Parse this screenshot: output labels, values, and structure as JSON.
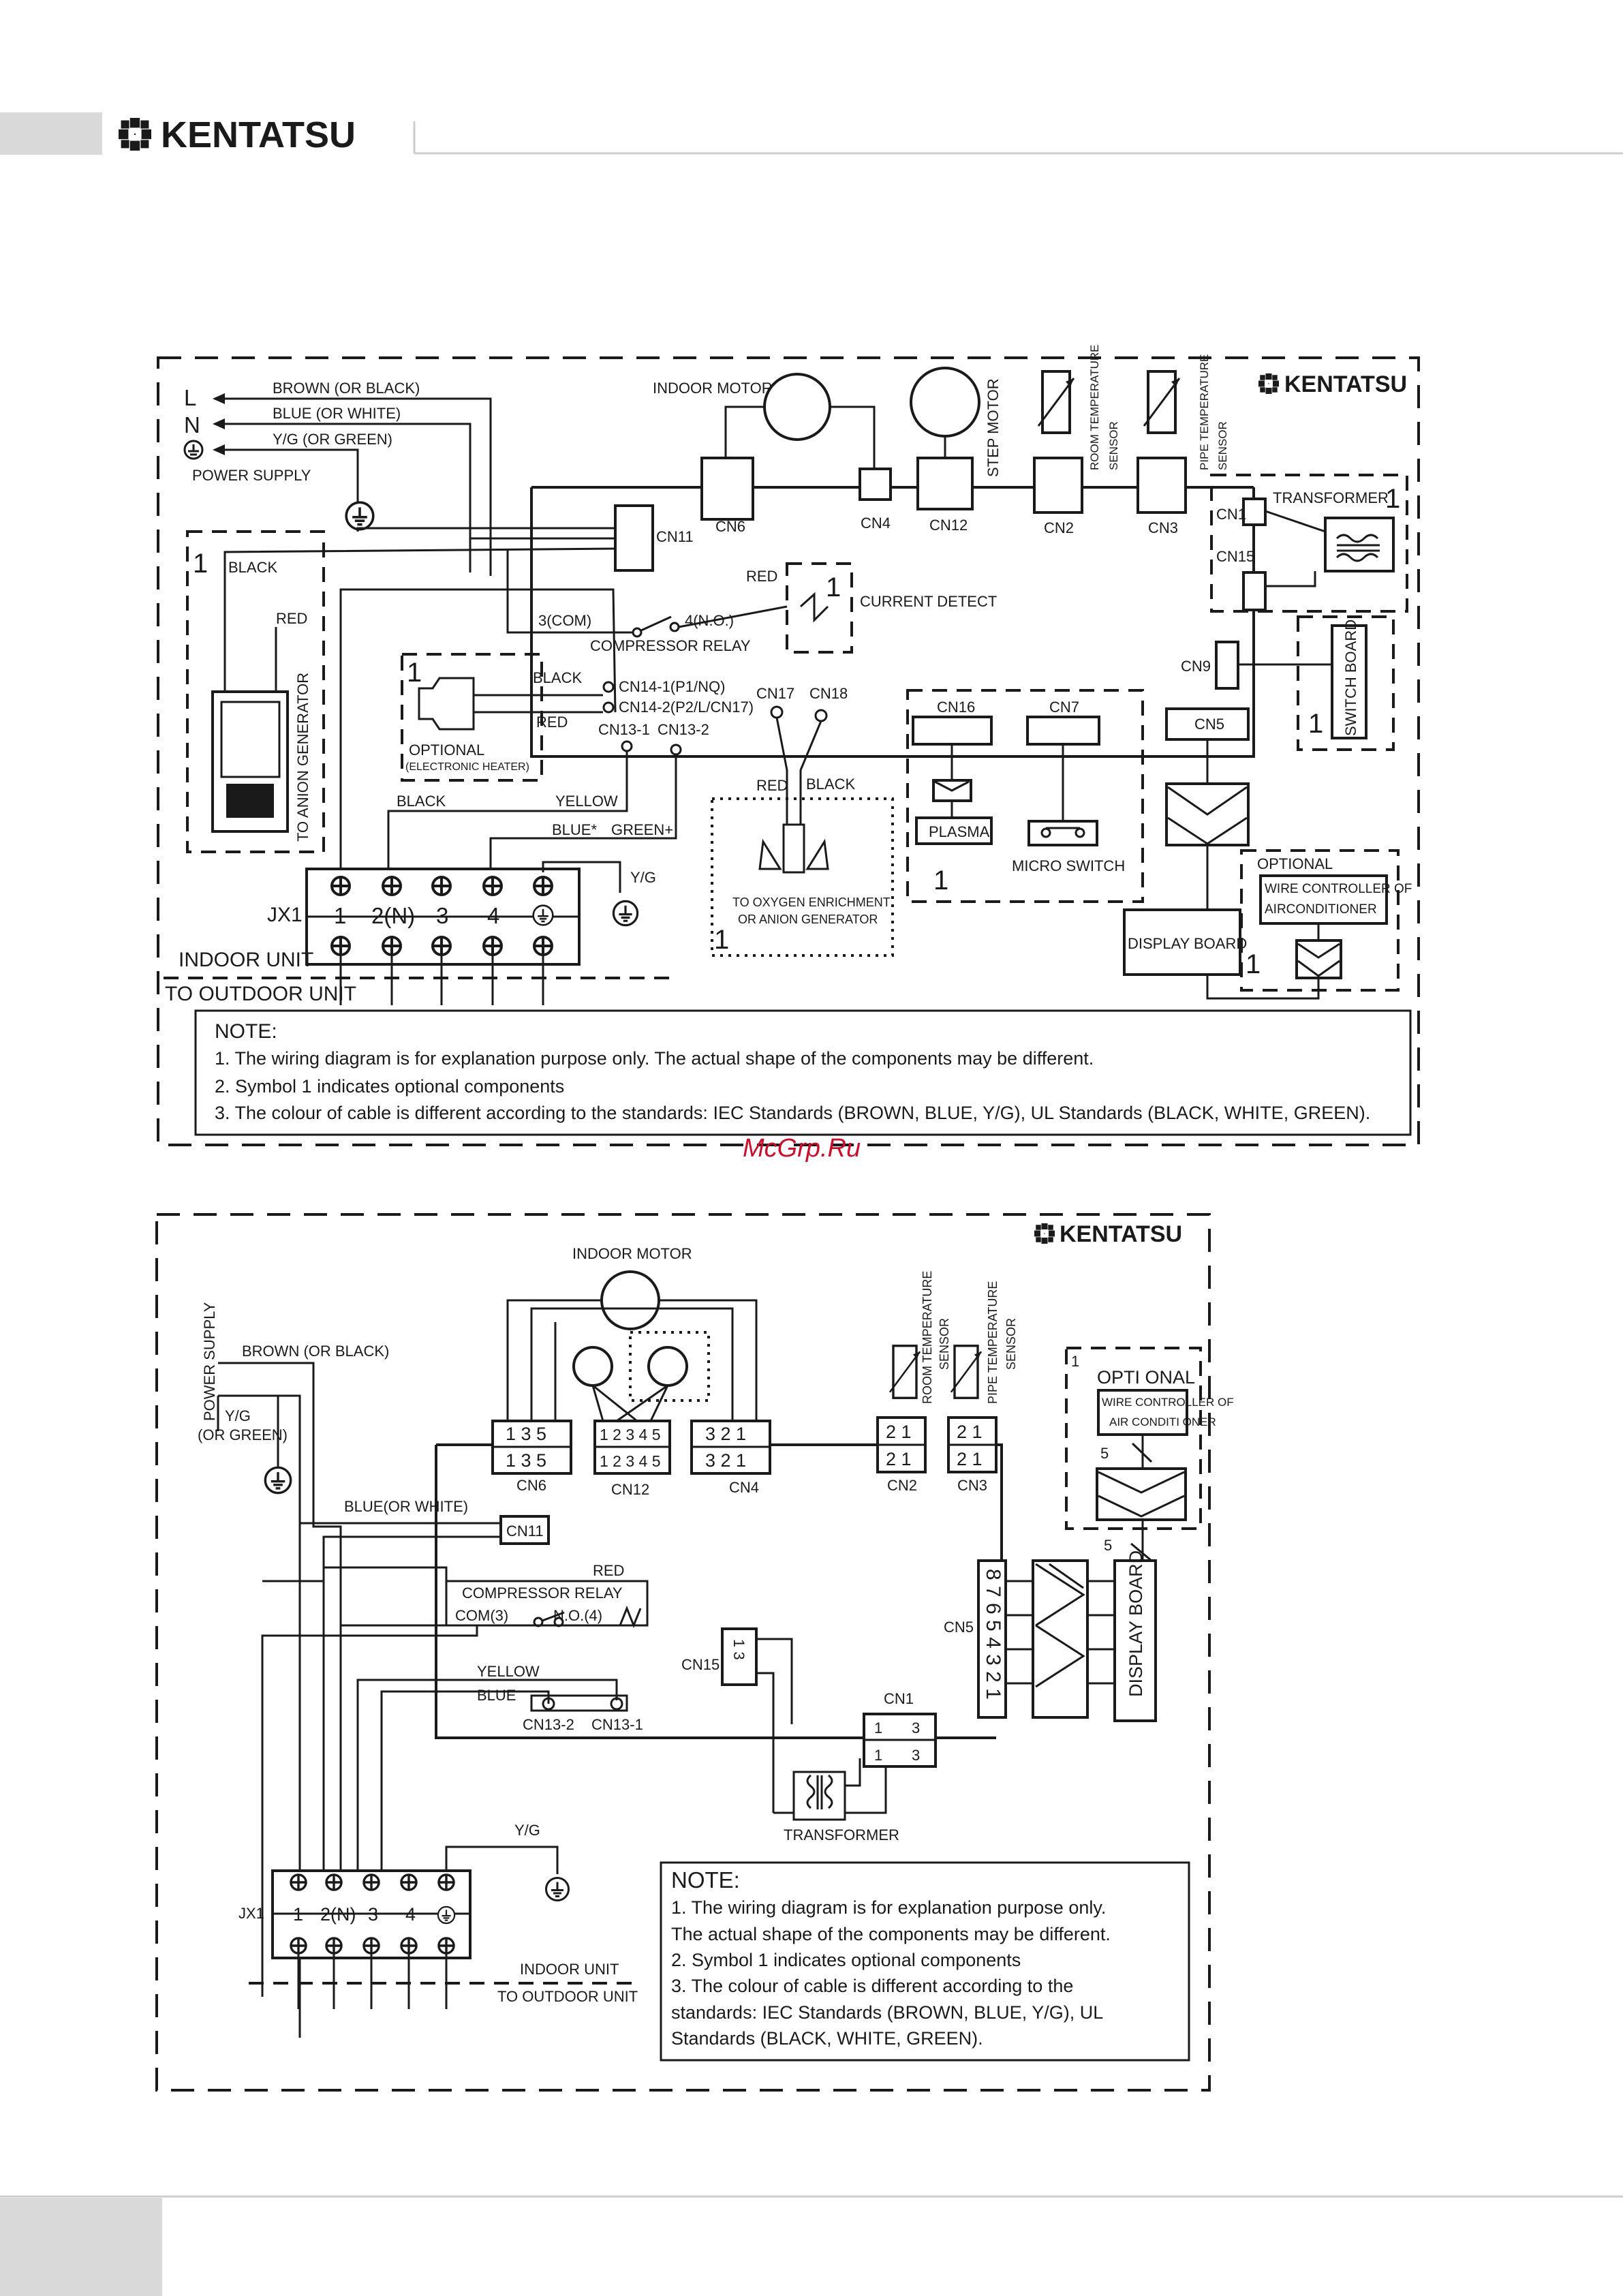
{
  "header": {
    "brand": "KENTATSU"
  },
  "watermark": "McGrp.Ru",
  "d1": {
    "brand": "KENTATSU",
    "L": "L",
    "N": "N",
    "brown": "BROWN (OR BLACK)",
    "blue": "BLUE (OR WHITE)",
    "yg": "Y/G (OR GREEN)",
    "power_supply": "POWER SUPPLY",
    "indoor_motor": "INDOOR MOTOR",
    "step_motor": "STEP MOTOR",
    "room_sensor_1": "ROOM TEMPERATURE",
    "room_sensor_2": "SENSOR",
    "pipe_sensor_1": "PIPE TEMPERATURE",
    "pipe_sensor_2": "SENSOR",
    "cn6": "CN6",
    "cn4": "CN4",
    "cn12": "CN12",
    "cn2": "CN2",
    "cn3": "CN3",
    "cn11": "CN11",
    "cn1": "CN1",
    "cn15": "CN15",
    "transformer": "TRANSFORMER",
    "one": "1",
    "black": "BLACK",
    "red": "RED",
    "current_detect": "CURRENT DETECT",
    "com": "3(COM)",
    "no": "4(N.O.)",
    "compressor_relay": "COMPRESSOR RELAY",
    "cn9": "CN9",
    "switch_board": "SWITCH BOARD",
    "cn14_1": "CN14-1(P1/NQ)",
    "cn14_2": "CN14-2(P2/L/CN17)",
    "cn13_1": "CN13-1",
    "cn13_2": "CN13-2",
    "cn17": "CN17",
    "cn18": "CN18",
    "optional": "OPTIONAL",
    "electronic_heater": "(ELECTRONIC HEATER)",
    "anion_generator": "TO ANION GENERATOR",
    "yellow": "YELLOW",
    "blue_star": "BLUE*",
    "green_plus": "GREEN+",
    "cn16": "CN16",
    "cn7": "CN7",
    "cn5": "CN5",
    "plasma": "PLASMA",
    "micro_switch": "MICRO SWITCH",
    "oxygen_1": "TO OXYGEN ENRICHMENT",
    "oxygen_2": "OR ANION GENERATOR",
    "optional2": "OPTIONAL",
    "wire_ctrl_1": "WIRE CONTROLLER OF",
    "wire_ctrl_2": "AIRCONDITIONER",
    "display_board": "DISPLAY BOARD",
    "jx1": "JX1",
    "t1": "1",
    "t2": "2(N)",
    "t3": "3",
    "t4": "4",
    "yg_short": "Y/G",
    "indoor_unit": "INDOOR UNIT",
    "to_outdoor": "TO OUTDOOR UNIT",
    "note_title": "NOTE:",
    "note_1": "1. The wiring diagram is for explanation purpose only. The actual shape of the components may be  different.",
    "note_2": "2. Symbol 1 indicates optional components",
    "note_3": "3. The colour of cable is different according to the standards: IEC Standards (BROWN, BLUE, Y/G), UL Standards (BLACK, WHITE, GREEN)."
  },
  "d2": {
    "brand": "KENTATSU",
    "indoor_motor": "INDOOR MOTOR",
    "power_supply": "POWER SUPPLY",
    "brown": "BROWN (OR BLACK)",
    "yg_1": "Y/G",
    "yg_2": "(OR GREEN)",
    "blue": "BLUE(OR WHITE)",
    "room_sensor_1": "ROOM TEMPERATURE",
    "room_sensor_2": "SENSOR",
    "pipe_sensor_1": "PIPE TEMPERATURE",
    "pipe_sensor_2": "SENSOR",
    "cn6_pins": "1  3  5",
    "cn12_pins": "1 2 3 4 5",
    "cn4_pins": "3  2  1",
    "cn2_pins": "2  1",
    "cn3_pins": "2  1",
    "cn6": "CN6",
    "cn12": "CN12",
    "cn4": "CN4",
    "cn2": "CN2",
    "cn3": "CN3",
    "one": "1",
    "optional": "OPTI ONAL",
    "wire_ctrl_1": "WIRE  CONTROLLER OF",
    "wire_ctrl_2": "AIR CONDITI ONER",
    "five": "5",
    "cn11": "CN11",
    "red": "RED",
    "compressor_relay": "COMPRESSOR RELAY",
    "com": "COM(3)",
    "no": "N.O.(4)",
    "cn15": "CN15",
    "cn15_pins": "1  3",
    "cn5": "CN5",
    "cn5_pins": "8 7 6 5 4 3 2 1",
    "display_board": "DISPLAY BOARD",
    "yellow": "YELLOW",
    "blue_short": "BLUE",
    "cn13_2": "CN13-2",
    "cn13_1": "CN13-1",
    "cn1": "CN1",
    "cn1_p1": "1",
    "cn1_p3": "3",
    "transformer": "TRANSFORMER",
    "yg_short": "Y/G",
    "jx1": "JX1",
    "t1": "1",
    "t2": "2(N)",
    "t3": "3",
    "t4": "4",
    "indoor_unit": "INDOOR UNIT",
    "to_outdoor": "TO OUTDOOR UNIT",
    "note_title": "NOTE:",
    "note_1": "1. The wiring diagram is for explanation purpose only.",
    "note_2": "The actual shape of the components may be  different.",
    "note_3": "2. Symbol 1 indicates optional components",
    "note_4": "3. The colour of cable is different according to the",
    "note_5": "standards: IEC Standards (BROWN, BLUE, Y/G), UL",
    "note_6": "Standards (BLACK, WHITE, GREEN)."
  },
  "colors": {
    "ink": "#1a1a1a",
    "header_gray": "#d9d9d9",
    "watermark": "#c8102e"
  }
}
